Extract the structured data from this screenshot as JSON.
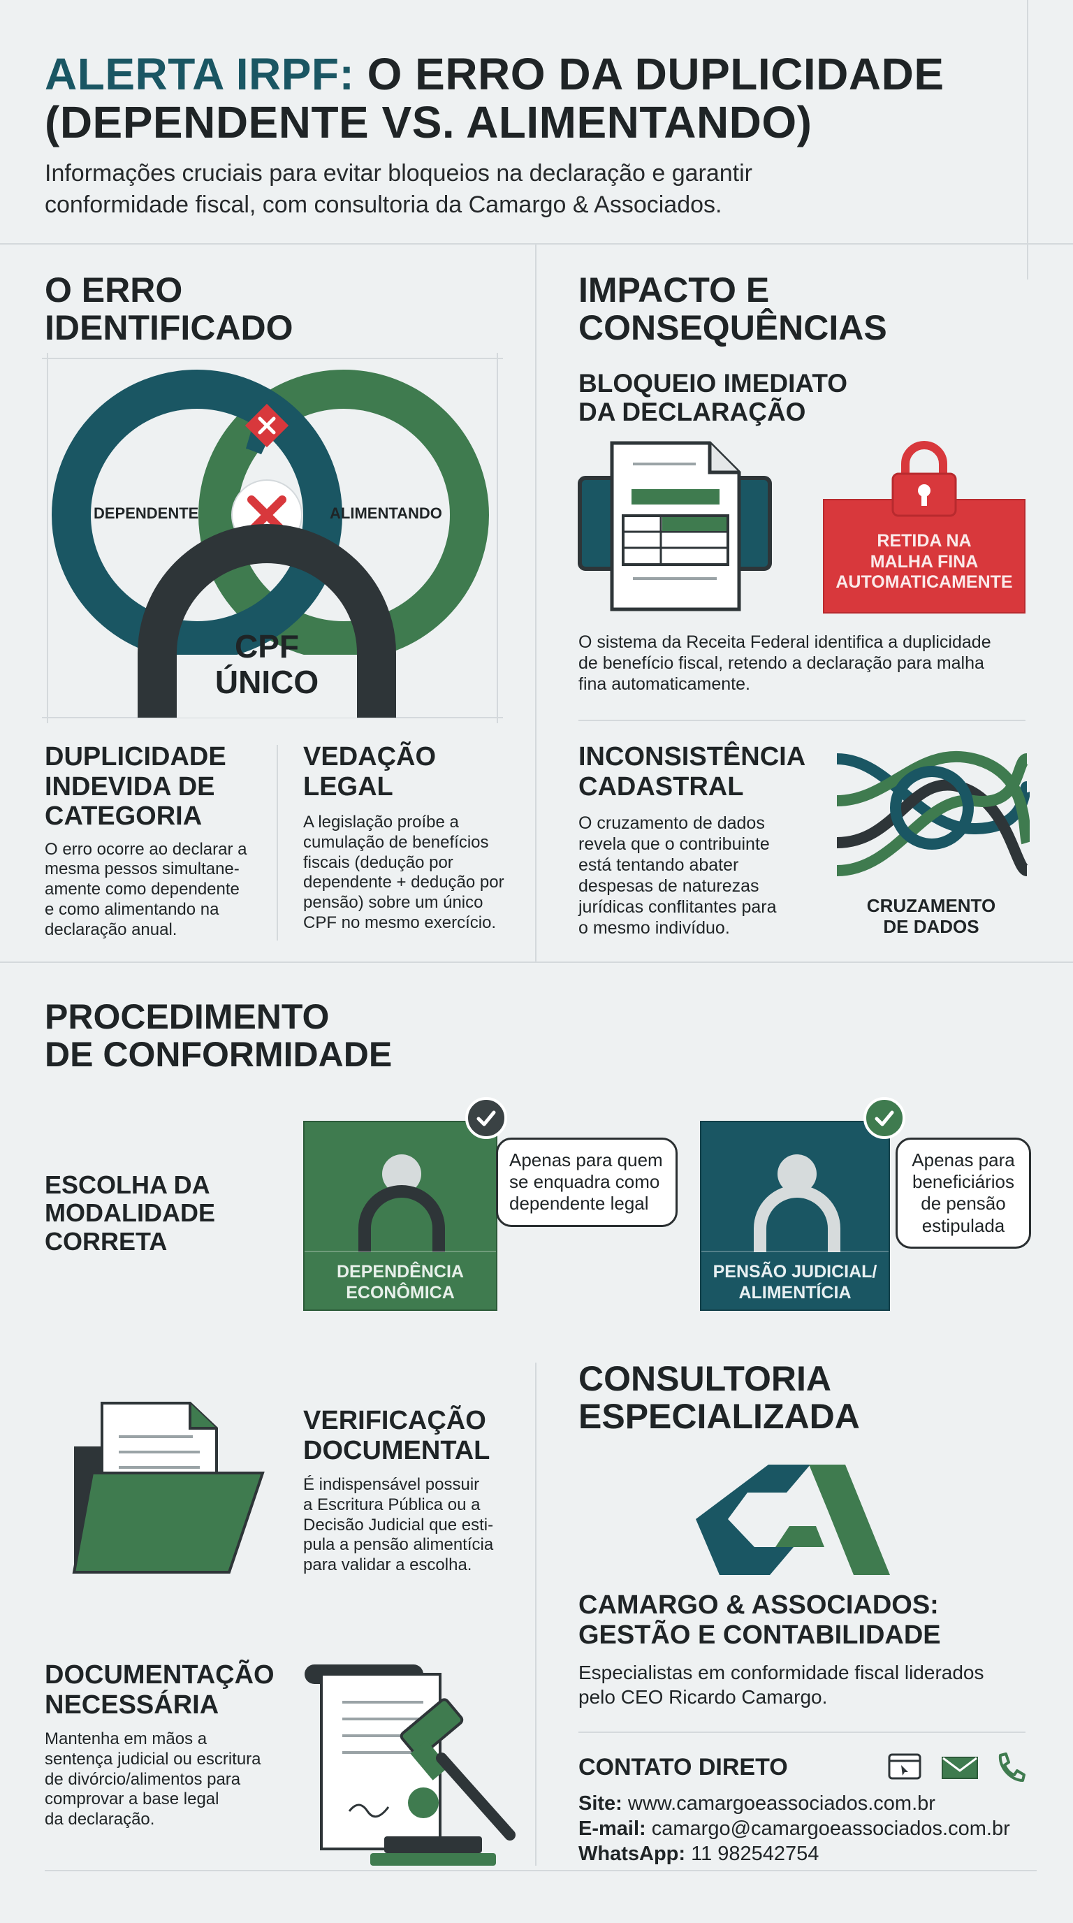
{
  "header": {
    "title_accent": "ALERTA IRPF:",
    "title_rest_line1": "O ERRO DA DUPLICIDADE",
    "title_line2": "(DEPENDENTE VS. ALIMENTANDO)",
    "subtitle_line1": "Informações cruciais para evitar bloqueios na declaração e garantir",
    "subtitle_line2": "conformidade fiscal, com consultoria da Camargo & Associados."
  },
  "erro": {
    "title_line1": "O ERRO",
    "title_line2": "IDENTIFICADO",
    "diagram": {
      "left_label": "DEPENDENTE",
      "right_label": "ALIMENTANDO",
      "center_line1": "CPF",
      "center_line2": "ÚNICO"
    },
    "duplicidade": {
      "title_lines": [
        "DUPLICIDADE",
        "INDEVIDA DE",
        "CATEGORIA"
      ],
      "text_lines": [
        "O erro ocorre ao declarar a",
        "mesma pessos simultane-",
        "amente como dependente",
        "e como alimentando na",
        "declaração anual."
      ]
    },
    "vedacao": {
      "title_lines": [
        "VEDAÇÃO",
        "LEGAL"
      ],
      "text_lines": [
        "A legislação proíbe a",
        "cumulação de benefícios",
        "fiscais (dedução por",
        "dependente + dedução por",
        "pensão) sobre um único",
        "CPF no mesmo exercício."
      ]
    }
  },
  "impacto": {
    "title_line1": "IMPACTO E",
    "title_line2": "CONSEQUÊNCIAS",
    "bloqueio": {
      "title_lines": [
        "BLOQUEIO IMEDIATO",
        "DA DECLARAÇÃO"
      ],
      "badge_lines": [
        "RETIDA NA",
        "MALHA FINA",
        "AUTOMATICAMENTE"
      ],
      "text_lines": [
        "O sistema da Receita Federal identifica a duplicidade",
        "de benefício fiscal, retendo a declaração para malha",
        "fina automaticamente."
      ]
    },
    "inconsistencia": {
      "title_lines": [
        "INCONSISTÊNCIA",
        "CADASTRAL"
      ],
      "text_lines": [
        "O cruzamento de dados",
        "revela que o contribuinte",
        "está tentando abater",
        "despesas de naturezas",
        "jurídicas conflitantes para",
        "o mesmo indivíduo."
      ],
      "icon_label_lines": [
        "CRUZAMENTO",
        "DE DADOS"
      ]
    }
  },
  "procedimento": {
    "title_line1": "PROCEDIMENTO",
    "title_line2": "DE CONFORMIDADE",
    "escolha": {
      "title_lines": [
        "ESCOLHA DA",
        "MODALIDADE",
        "CORRETA"
      ],
      "card1": {
        "label_lines": [
          "DEPENDÊNCIA",
          "ECONÔMICA"
        ],
        "bubble_lines": [
          "Apenas para quem",
          "se enquadra como",
          "dependente legal"
        ]
      },
      "card2": {
        "label_lines": [
          "PENSÃO JUDICIAL/",
          "ALIMENTÍCIA"
        ],
        "bubble_lines": [
          "Apenas para",
          "beneficiários",
          "de pensão",
          "estipulada"
        ]
      }
    },
    "verificacao": {
      "title_lines": [
        "VERIFICAÇÃO",
        "DOCUMENTAL"
      ],
      "text_lines": [
        "É indispensável possuir",
        "a Escritura Pública ou a",
        "Decisão Judicial que esti-",
        "pula a pensão alimentícia",
        "para validar a escolha."
      ]
    },
    "documentacao": {
      "title_lines": [
        "DOCUMENTAÇÃO",
        "NECESSÁRIA"
      ],
      "text_lines": [
        "Mantenha em mãos a",
        "sentença judicial ou escritura",
        "de divórcio/alimentos para",
        "comprovar a base legal",
        "da declaração."
      ]
    }
  },
  "consultoria": {
    "title_line1": "CONSULTORIA",
    "title_line2": "ESPECIALIZADA",
    "company_line1": "CAMARGO & ASSOCIADOS:",
    "company_line2": "GESTÃO E CONTABILIDADE",
    "desc_line1": "Especialistas em conformidade fiscal liderados",
    "desc_line2": "pelo CEO Ricardo Camargo.",
    "contact_title": "CONTATO DIRETO",
    "site_label": "Site:",
    "site_value": "www.camargoeassociados.com.br",
    "email_label": "E-mail:",
    "email_value": "camargo@camargoeassociados.com.br",
    "whatsapp_label": "WhatsApp:",
    "whatsapp_value": "11 982542754"
  },
  "colors": {
    "teal": "#1a5663",
    "green": "#3f7b4f",
    "dark": "#2e3538",
    "red": "#d8383c"
  }
}
